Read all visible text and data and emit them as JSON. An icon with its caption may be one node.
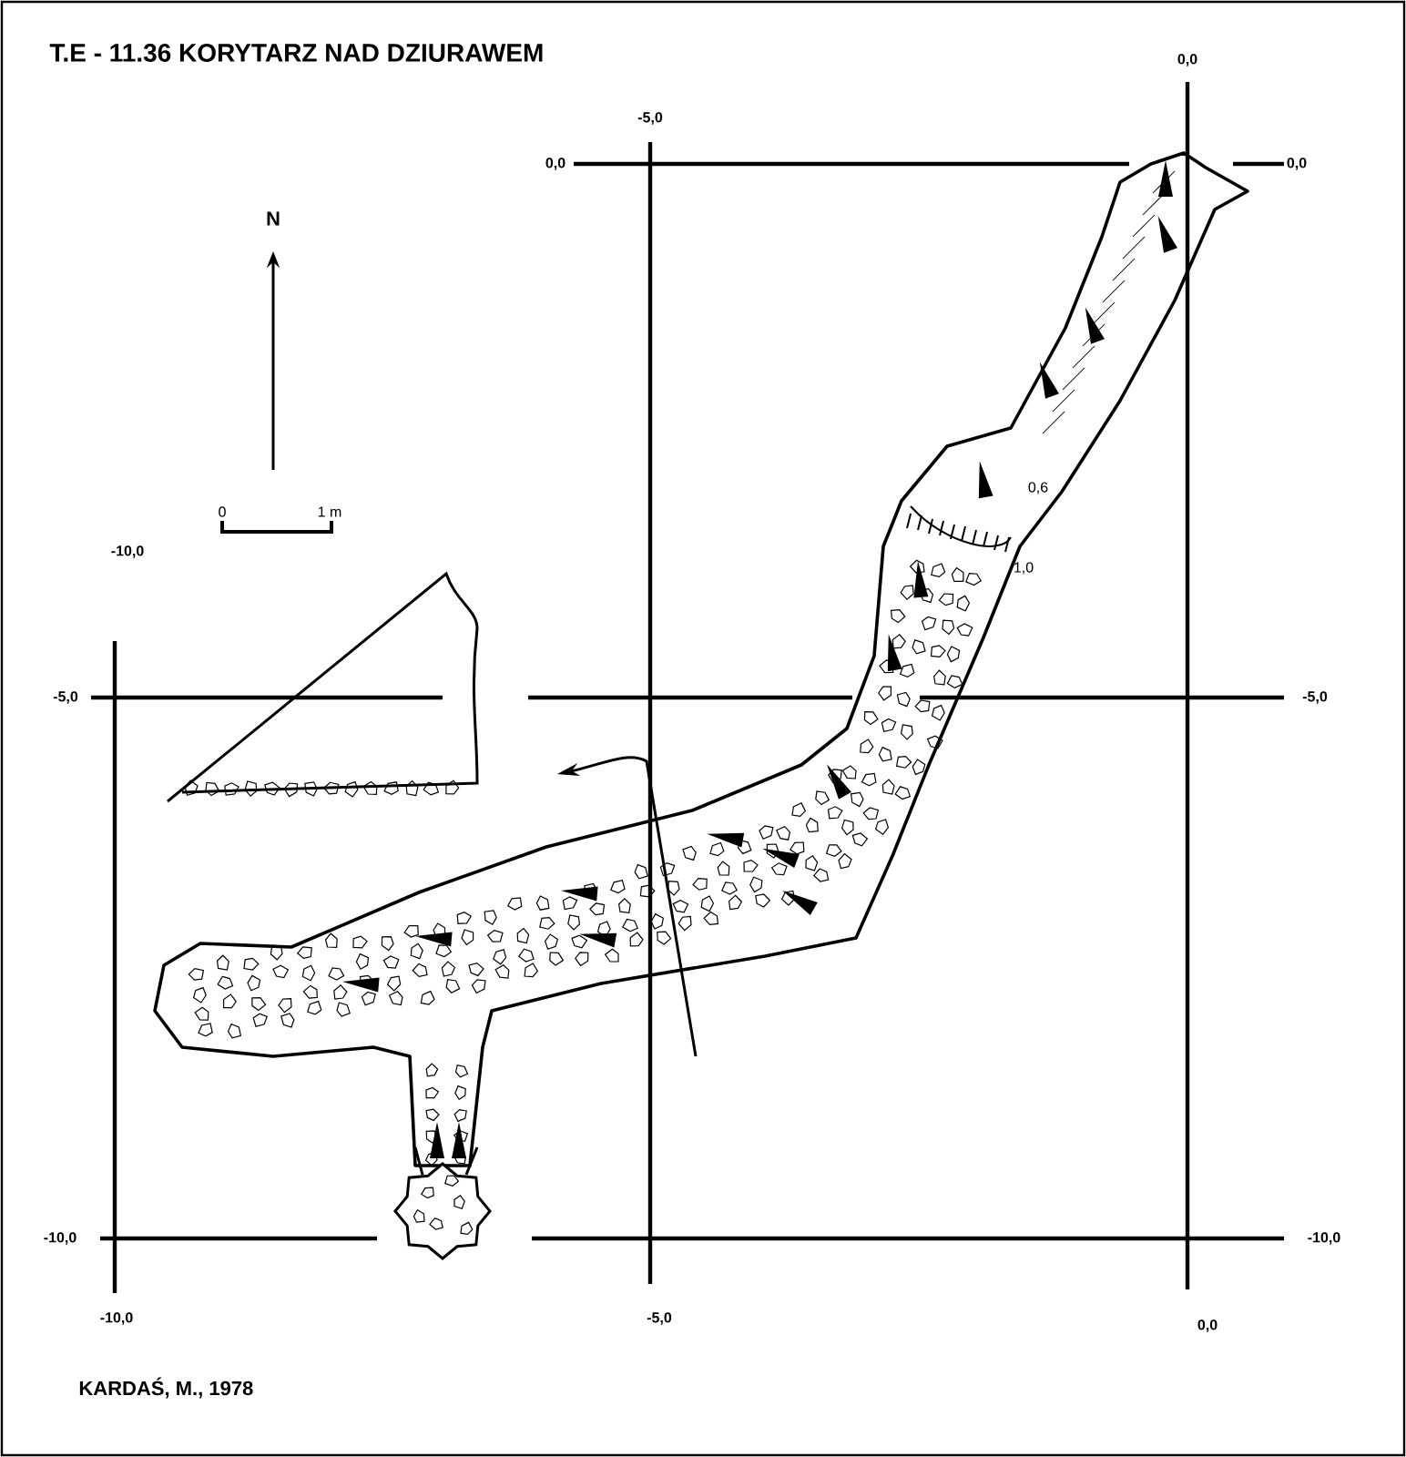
{
  "diagram": {
    "title": "T.E - 11.36  KORYTARZ NAD DZIURAWEM",
    "caption": "KARDAŚ, M., 1978",
    "labels": [
      "0,0",
      "-5,0",
      "0,0",
      "0,0",
      "N",
      "0,6",
      "0",
      "1 m",
      "-10,0",
      "1,0",
      "-5,0",
      "-5,0",
      "-10,0",
      "-10,0",
      "-10,0",
      "-5,0",
      "0,0"
    ]
  }
}
